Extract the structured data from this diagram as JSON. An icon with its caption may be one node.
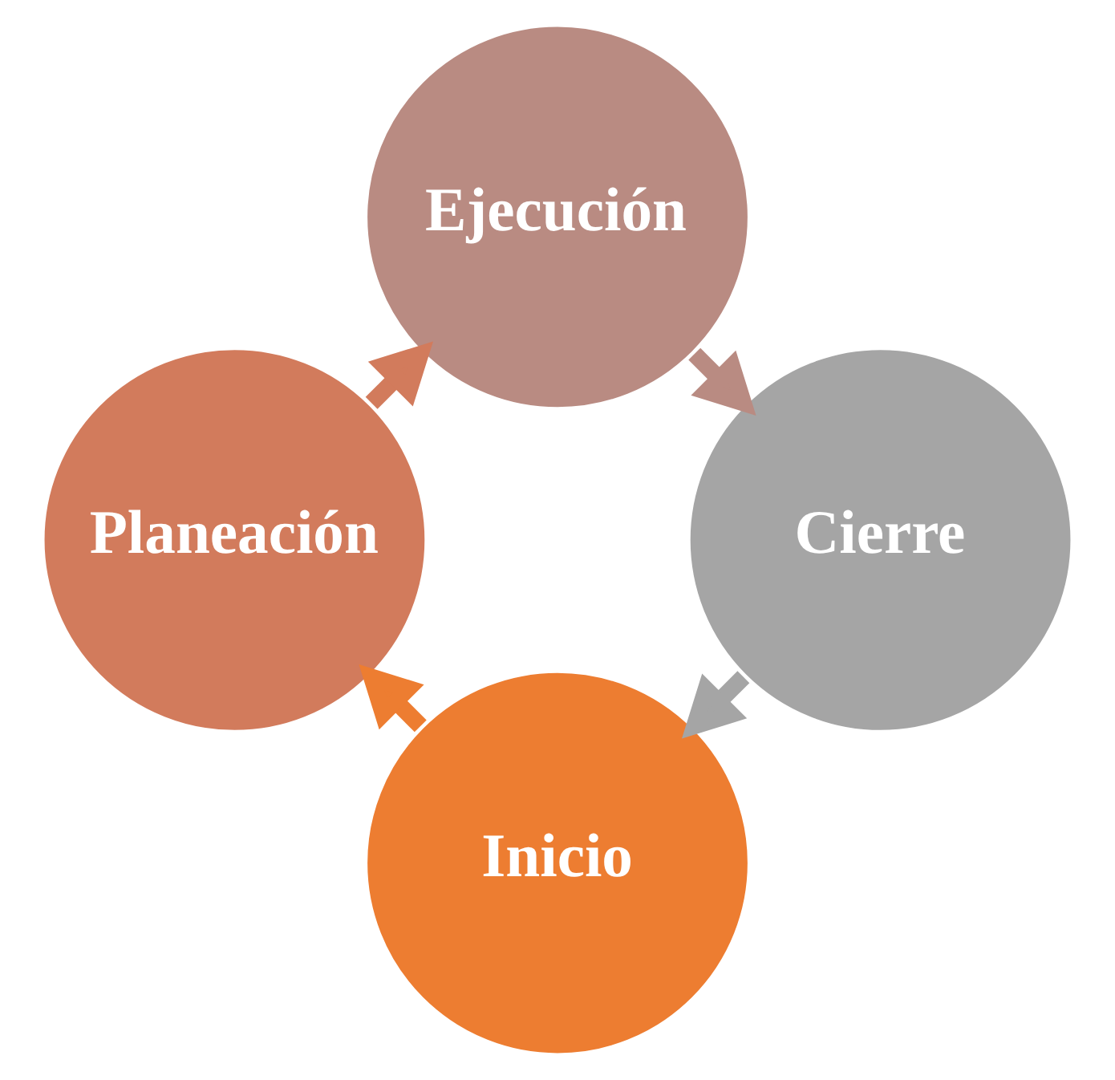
{
  "diagram": {
    "nodes": [
      {
        "text": [
          "Inicio"
        ]
      },
      {
        "text": [
          "Planeación"
        ]
      },
      {
        "text": [
          "Ejecución"
        ]
      },
      {
        "text": [
          "Cierre"
        ]
      }
    ],
    "edges": [
      {
        "from": 0,
        "to": 1,
        "arrow": "to",
        "color": "#ed7d31"
      },
      {
        "from": 1,
        "to": 2,
        "arrow": "to",
        "color": "#d27b5c"
      },
      {
        "from": 2,
        "to": 3,
        "arrow": "to",
        "color": "#b98b82"
      },
      {
        "from": 3,
        "to": 0,
        "arrow": "to",
        "color": "#a5a5a5"
      }
    ]
  }
}
